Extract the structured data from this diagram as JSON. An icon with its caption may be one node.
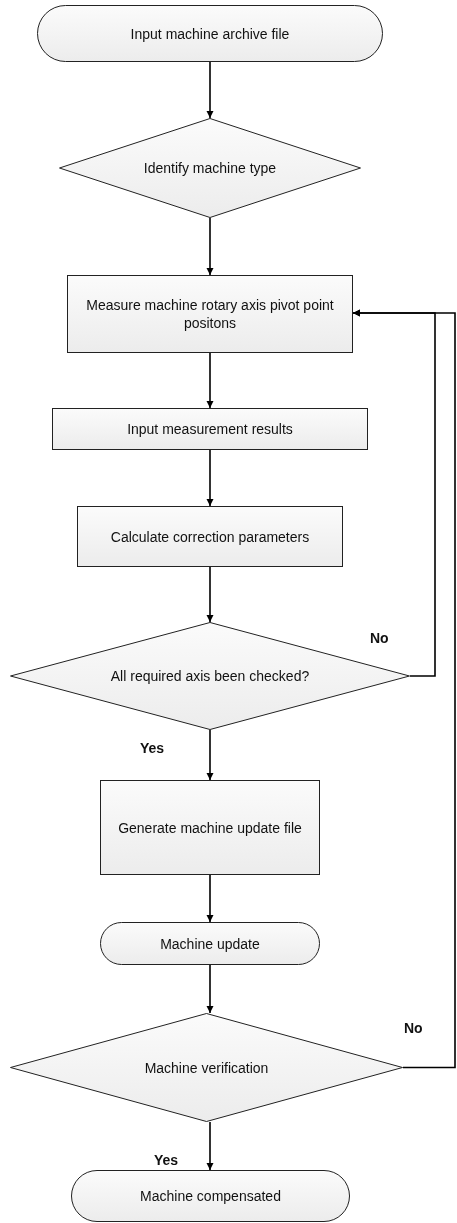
{
  "diagram": {
    "nodes": [
      {
        "text": [
          "Input machine archive file"
        ]
      },
      {
        "text": [
          "Identify machine type"
        ]
      },
      {
        "text": [
          "Measure machine rotary axis pivot point positons"
        ]
      },
      {
        "text": [
          "Input measurement results"
        ]
      },
      {
        "text": [
          "Calculate correction parameters"
        ]
      },
      {
        "text": [
          "All required axis been checked?"
        ]
      },
      {
        "text": [
          "Generate machine update file"
        ]
      },
      {
        "text": [
          "Machine update"
        ]
      },
      {
        "text": [
          "Machine verification"
        ]
      },
      {
        "text": [
          "Machine compensated"
        ]
      }
    ],
    "edges": [
      {
        "from": 0,
        "to": 1,
        "arrow": "to"
      },
      {
        "from": 1,
        "to": 2,
        "arrow": "to"
      },
      {
        "from": 2,
        "to": 3,
        "arrow": "to"
      },
      {
        "from": 3,
        "to": 4,
        "arrow": "to"
      },
      {
        "from": 4,
        "to": 5,
        "arrow": "to"
      },
      {
        "from": 5,
        "to": 2,
        "arrow": "to",
        "label": "No"
      },
      {
        "from": 5,
        "to": 6,
        "arrow": "to",
        "label": "Yes"
      },
      {
        "from": 6,
        "to": 7,
        "arrow": "to"
      },
      {
        "from": 7,
        "to": 8,
        "arrow": "to"
      },
      {
        "from": 8,
        "to": 2,
        "arrow": "to",
        "label": "No"
      },
      {
        "from": 8,
        "to": 9,
        "arrow": "to",
        "label": "Yes"
      }
    ]
  }
}
